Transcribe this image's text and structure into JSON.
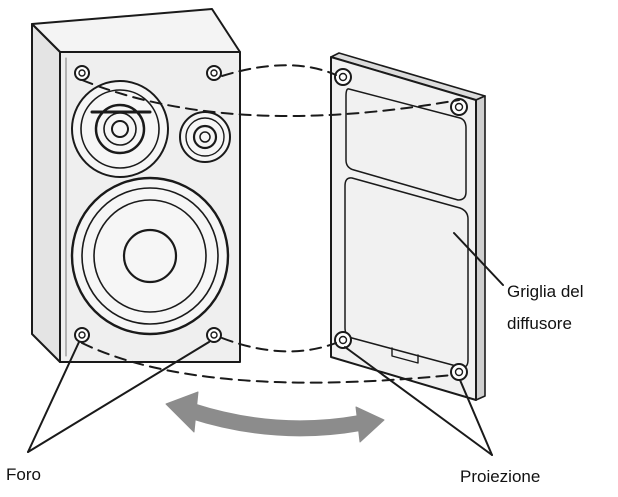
{
  "labels": {
    "grille_line1": "Griglia del",
    "grille_line2": "diffusore",
    "hole": "Foro",
    "projection": "Proiezione"
  },
  "colors": {
    "line": "#1a1a1a",
    "cabinet_side": "#e4e4e4",
    "cabinet_front": "#efefef",
    "grille_face": "#f1f1f1",
    "arrow": "#8c8c8c",
    "background": "#ffffff"
  },
  "icons": {
    "arrow": "curved-double-arrow-icon"
  }
}
